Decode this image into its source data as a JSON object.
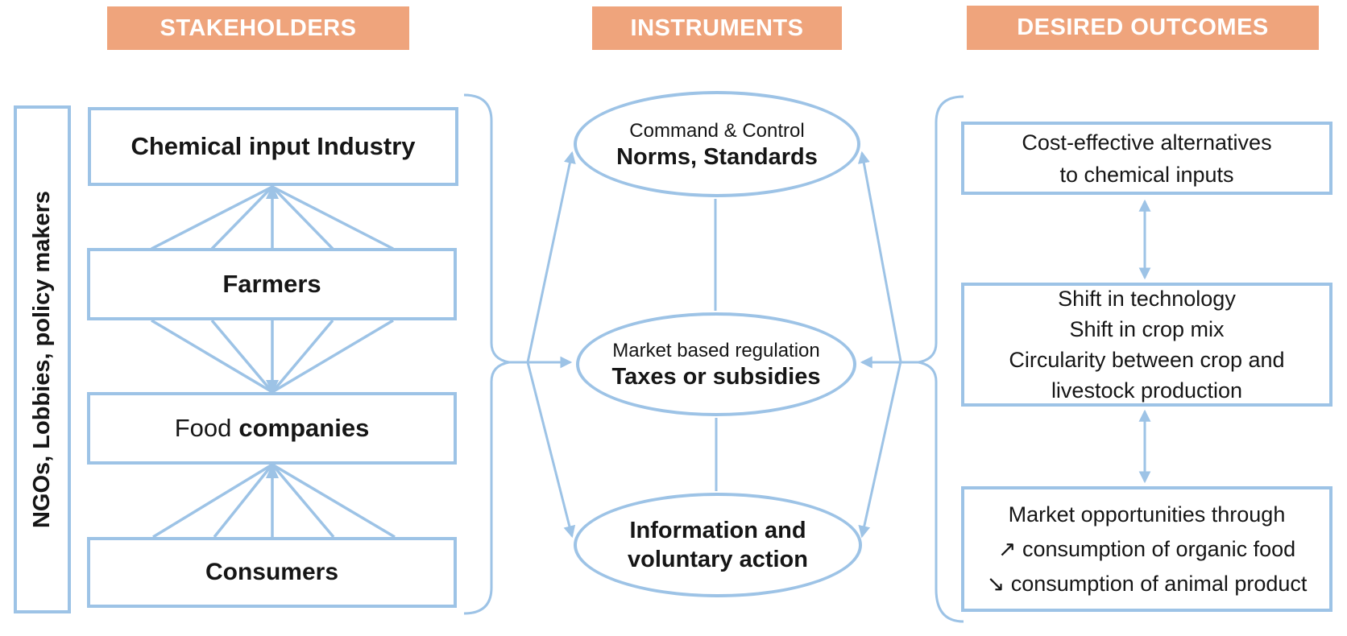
{
  "colors": {
    "header_bg": "#EFA47C",
    "header_text": "#FFFFFF",
    "line_blue": "#9DC3E6",
    "text": "#161616",
    "background": "#FFFFFF"
  },
  "headers": {
    "stakeholders": "STAKEHOLDERS",
    "instruments": "INSTRUMENTS",
    "outcomes": "DESIRED OUTCOMES"
  },
  "stakeholders": {
    "side_label": "NGOs, Lobbies, policy makers",
    "box_chemical": "Chemical input Industry",
    "box_farmers": "Farmers",
    "box_food_normal": "Food",
    "box_food_bold": "companies",
    "box_consumers": "Consumers"
  },
  "instruments": {
    "command": {
      "line1": "Command & Control",
      "line2": "Norms, Standards"
    },
    "market": {
      "line1": "Market based regulation",
      "line2": "Taxes or subsidies"
    },
    "information": {
      "line1": "Information and",
      "line2": "voluntary action"
    }
  },
  "outcomes": {
    "box1": {
      "line1": "Cost-effective alternatives",
      "line2": "to chemical inputs"
    },
    "box2": {
      "line1": "Shift in technology",
      "line2": "Shift in crop mix",
      "line3": "Circularity between crop and",
      "line4": "livestock production"
    },
    "box3": {
      "line1": "Market opportunities through",
      "line2": "↗ consumption of organic food",
      "line3": "↘ consumption of animal product"
    }
  }
}
